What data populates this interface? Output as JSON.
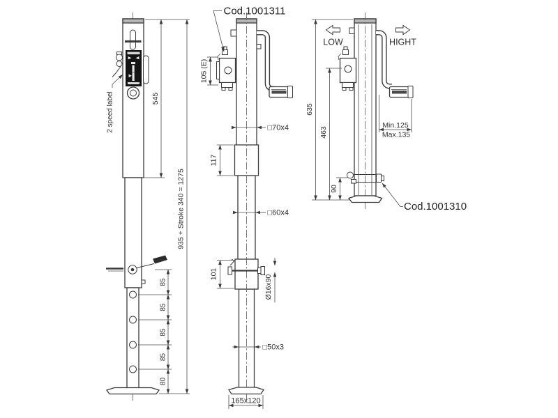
{
  "drawing_type": "technical-drawing-trailer-jack",
  "views": {
    "side": {
      "speed_label": "2 speed label",
      "dim_upper": "545",
      "dim_total": "935 + Stroke 340 = 1275",
      "dim_holes": [
        "85",
        "85",
        "85",
        "85",
        "80"
      ]
    },
    "front": {
      "code_top": "Cod.1001311",
      "dim_e": "105 (E)",
      "dim_tube_top": "□70x4",
      "dim_sleeve": "117",
      "dim_tube_mid": "□60x4",
      "dim_clamp": "101",
      "dim_pin": "Ø16x90",
      "dim_tube_bottom": "□50x3",
      "dim_foot": "165x120"
    },
    "crank": {
      "label_low": "LOW",
      "label_hight": "HIGHT",
      "dim_total": "635",
      "dim_crank_height": "463",
      "dim_foot": "90",
      "dim_min": "Min.125",
      "dim_max": "Max.135",
      "code_bottom": "Cod.1001310"
    }
  },
  "colors": {
    "background": "#ffffff",
    "line": "#3a3a3a",
    "label_background": "#141414",
    "tube_cap": "#b5b5b5"
  }
}
